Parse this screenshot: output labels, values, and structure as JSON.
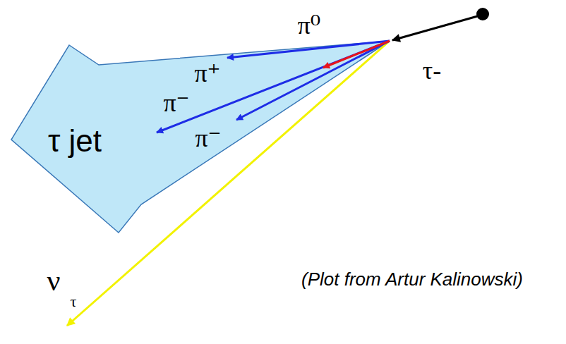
{
  "diagram": {
    "labels": [
      "π⁰",
      "τ-",
      "π⁺",
      "π⁻",
      "τ jet",
      "π⁻",
      "ν",
      "τ",
      "(Plot from Artur Kalinowski)"
    ]
  }
}
